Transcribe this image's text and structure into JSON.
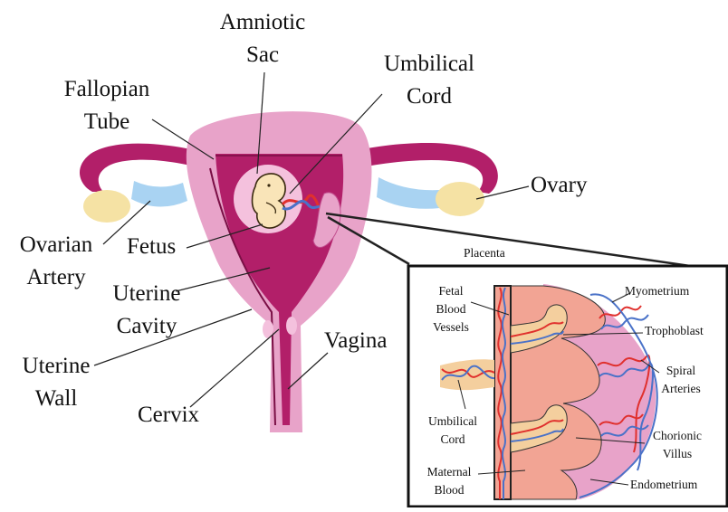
{
  "labels": {
    "amniotic_sac": [
      "Amniotic",
      "Sac"
    ],
    "umbilical_cord": [
      "Umbilical",
      "Cord"
    ],
    "fallopian_tube": [
      "Fallopian",
      "Tube"
    ],
    "ovary": "Ovary",
    "ovarian_artery": [
      "Ovarian",
      "Artery"
    ],
    "fetus": "Fetus",
    "uterine_cavity": [
      "Uterine",
      "Cavity"
    ],
    "vagina": "Vagina",
    "uterine_wall": [
      "Uterine",
      "Wall"
    ],
    "cervix": "Cervix"
  },
  "inset": {
    "title": "Placenta",
    "labels": {
      "fetal_blood_vessels": [
        "Fetal",
        "Blood",
        "Vessels"
      ],
      "umbilical_cord": [
        "Umbilical",
        "Cord"
      ],
      "maternal_blood": [
        "Maternal",
        "Blood"
      ],
      "myometrium": "Myometrium",
      "trophoblast": "Trophoblast",
      "spiral_arteries": [
        "Spiral",
        "Arteries"
      ],
      "chorionic_villus": [
        "Chorionic",
        "Villus"
      ],
      "endometrium": "Endometrium"
    }
  },
  "colors": {
    "uterus_outer": "#e8a3c9",
    "uterus_inner": "#b21f69",
    "tube": "#b21f69",
    "ovary": "#f5e2a4",
    "ovarian_artery": "#a9d3f2",
    "sac": "#f4c1dd",
    "fetus": "#f9e4b8",
    "placenta_salmon": "#f2a494",
    "artery_red": "#e0302d",
    "vein_blue": "#4a72c8",
    "cord_tan": "#f4cf9e"
  }
}
